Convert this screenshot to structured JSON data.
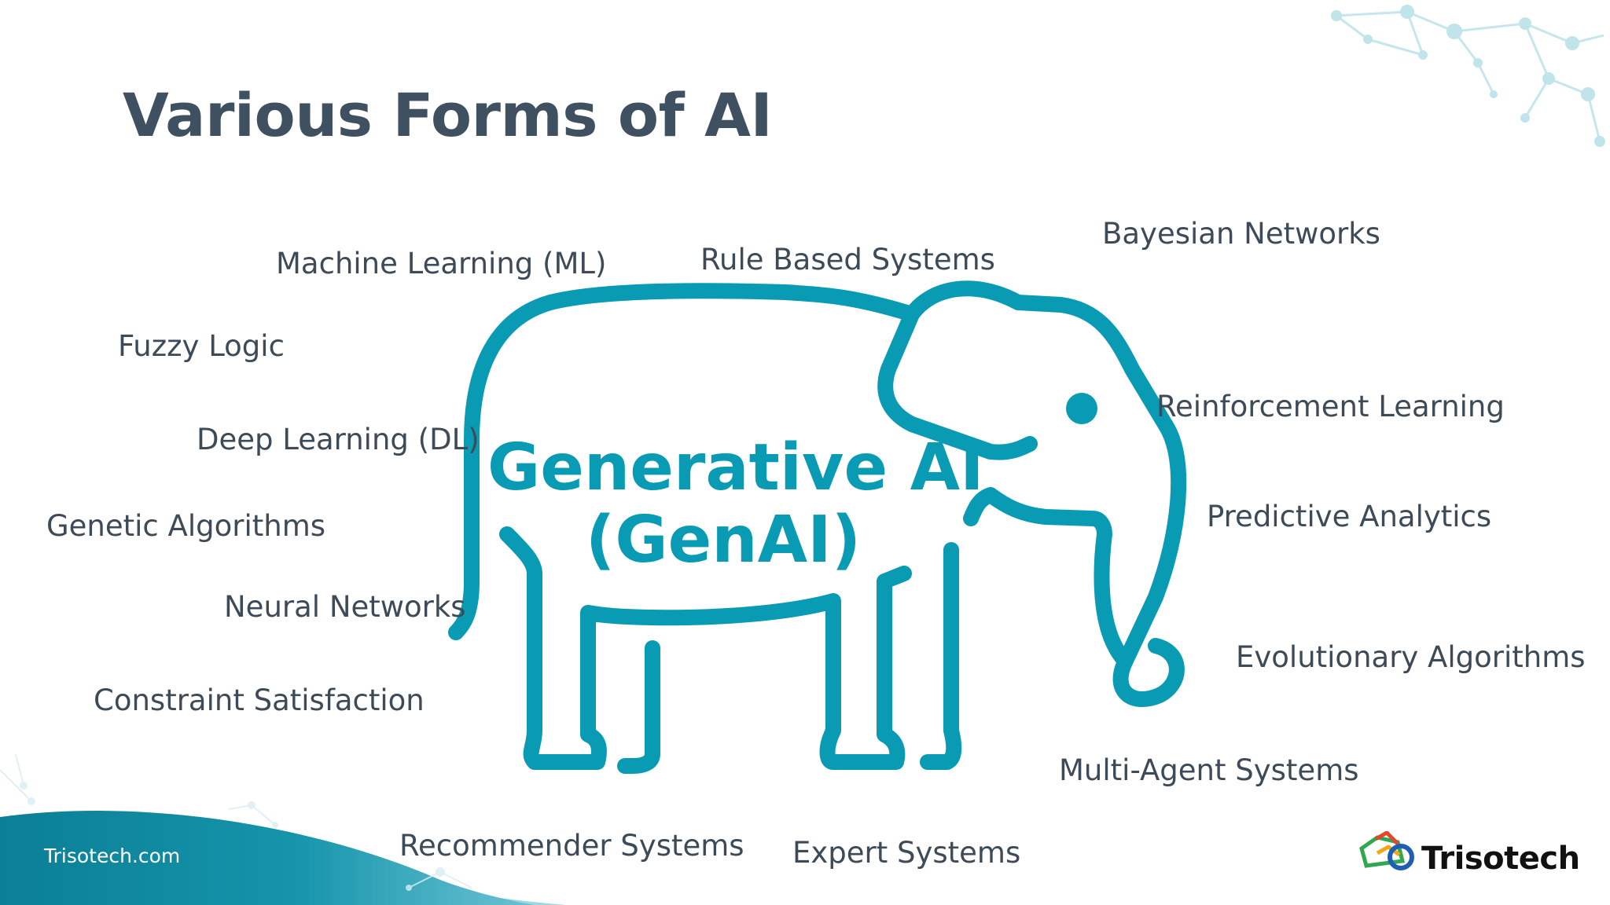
{
  "slide": {
    "title": "Various Forms of AI",
    "center_label": {
      "line1": "Generative AI",
      "line2": "(GenAI)"
    },
    "terms": {
      "machine_learning": "Machine Learning (ML)",
      "rule_based": "Rule Based Systems",
      "bayesian": "Bayesian Networks",
      "fuzzy_logic": "Fuzzy Logic",
      "reinforcement": "Reinforcement Learning",
      "deep_learning": "Deep Learning (DL)",
      "predictive": "Predictive Analytics",
      "genetic": "Genetic Algorithms",
      "neural": "Neural Networks",
      "evolutionary": "Evolutionary Algorithms",
      "constraint": "Constraint Satisfaction",
      "multi_agent": "Multi-Agent Systems",
      "recommender": "Recommender Systems",
      "expert": "Expert Systems"
    },
    "footer": {
      "website": "Trisotech.com",
      "brand": "Trisotech"
    }
  },
  "colors": {
    "title": "#3f5160",
    "text": "#3d4a57",
    "accent_teal": "#0a9bb4",
    "footer_dark": "#0b7f95",
    "footer_light": "#8fd0dc"
  },
  "icons": [
    "elephant-icon",
    "trisotech-logo-icon",
    "network-decoration"
  ]
}
